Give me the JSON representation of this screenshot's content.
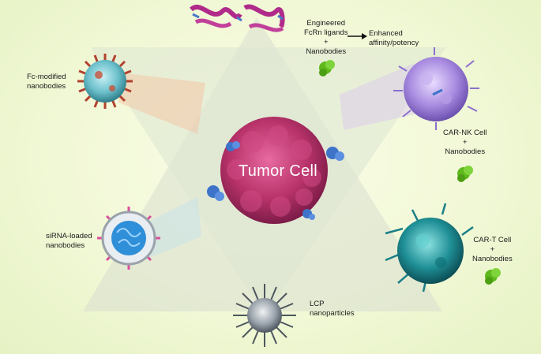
{
  "center": {
    "label": "Tumor Cell"
  },
  "nodes": {
    "engineered": {
      "label": "Engineered\nFcRn ligands\n+\nNanobodies"
    },
    "enhanced": {
      "label": "Enhanced\naffinity/potency"
    },
    "fc": {
      "label": "Fc-modified\nnanobodies"
    },
    "carnk": {
      "label": "CAR-NK Cell\n+\nNanobodies"
    },
    "sirna": {
      "label": "siRNA-loaded\nnanobodies"
    },
    "cart": {
      "label": "CAR-T Cell\n+\nNanobodies"
    },
    "lcp": {
      "label": "LCP\nnanoparticles"
    }
  },
  "colors": {
    "background": "#eef6d2",
    "tumor": "#b8336a",
    "nanobody": "#5fb81c",
    "car_nk": "#a88be0",
    "car_t": "#1f8f96",
    "virus": "#2e8a96",
    "sirna_shell": "#d94f9c",
    "receptor": "#3d74c9",
    "protein": "#b02a8a"
  },
  "icons": [
    "protein-ribbon-icon",
    "nanobody-icon",
    "virus-icon",
    "nk-cell-icon",
    "t-cell-icon",
    "sirna-particle-icon",
    "lcp-particle-icon",
    "receptor-icon",
    "tumor-cell-icon",
    "arrow-icon"
  ]
}
